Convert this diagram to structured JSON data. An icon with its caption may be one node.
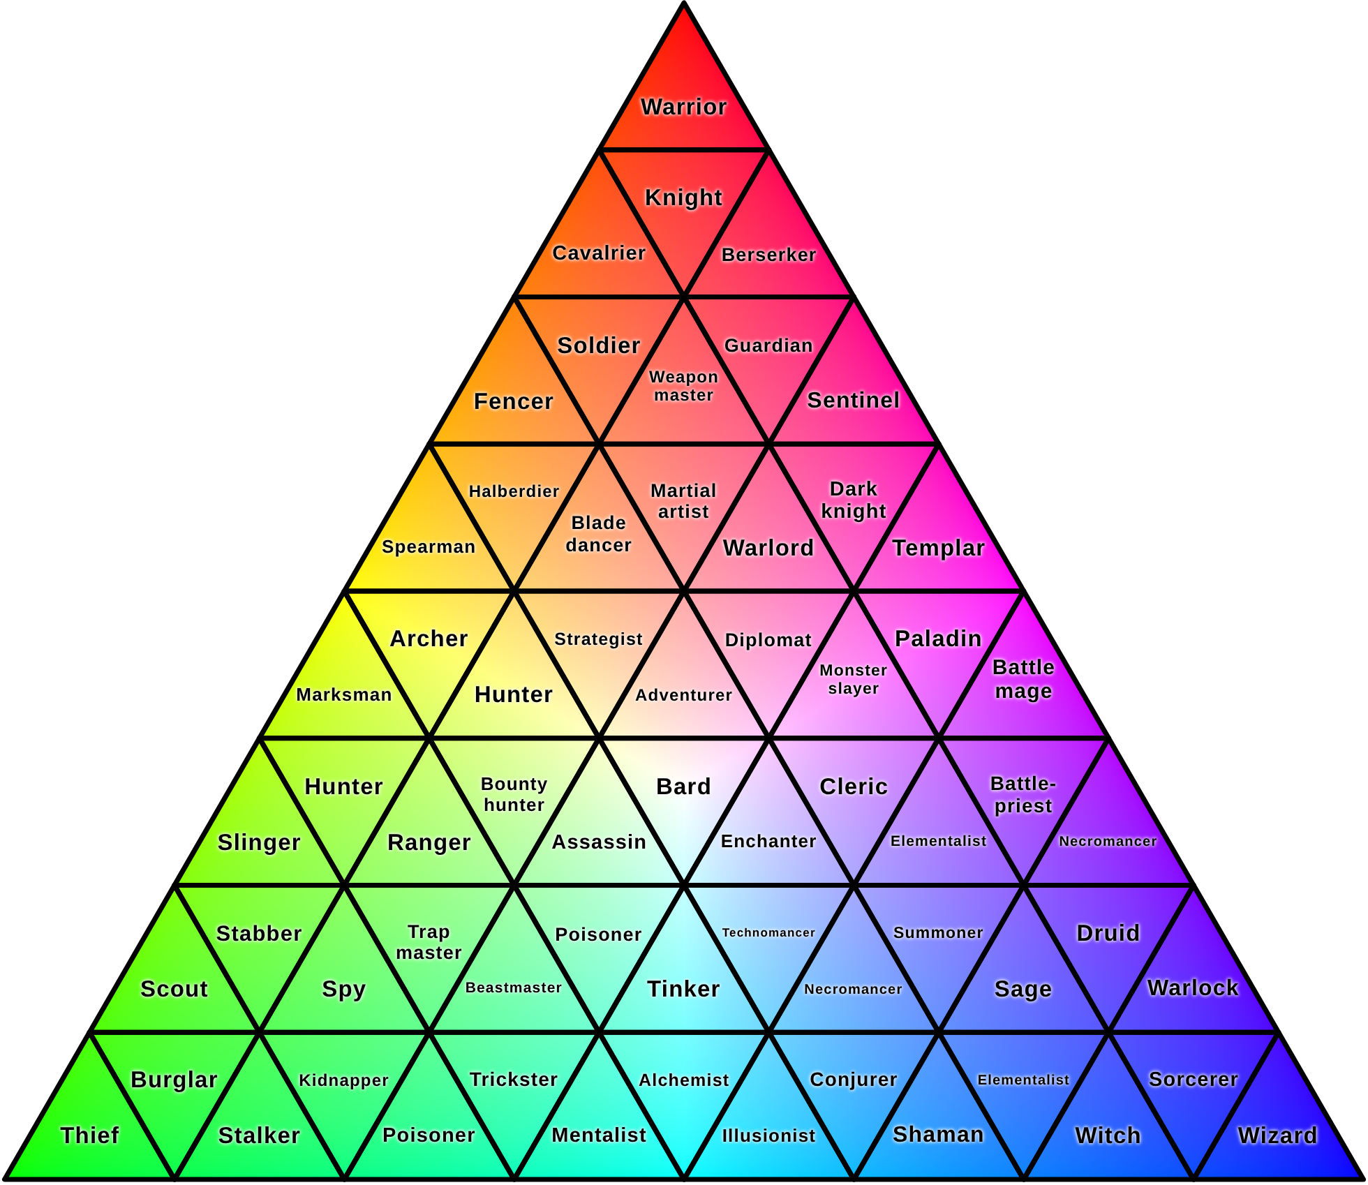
{
  "diagram": {
    "nodes": [
      {
        "text": [
          "Warrior"
        ]
      },
      {
        "text": [
          "Cavalrier"
        ]
      },
      {
        "text": [
          "Knight"
        ]
      },
      {
        "text": [
          "Berserker"
        ]
      },
      {
        "text": [
          "Fencer"
        ]
      },
      {
        "text": [
          "Soldier"
        ]
      },
      {
        "text": [
          "Weapon master"
        ]
      },
      {
        "text": [
          "Guardian"
        ]
      },
      {
        "text": [
          "Sentinel"
        ]
      },
      {
        "text": [
          "Spearman"
        ]
      },
      {
        "text": [
          "Halberdier"
        ]
      },
      {
        "text": [
          "Blade dancer"
        ]
      },
      {
        "text": [
          "Martial artist"
        ]
      },
      {
        "text": [
          "Warlord"
        ]
      },
      {
        "text": [
          "Dark knight"
        ]
      },
      {
        "text": [
          "Templar"
        ]
      },
      {
        "text": [
          "Marksman"
        ]
      },
      {
        "text": [
          "Archer"
        ]
      },
      {
        "text": [
          "Hunter"
        ]
      },
      {
        "text": [
          "Strategist"
        ]
      },
      {
        "text": [
          "Adventurer"
        ]
      },
      {
        "text": [
          "Diplomat"
        ]
      },
      {
        "text": [
          "Monster slayer"
        ]
      },
      {
        "text": [
          "Paladin"
        ]
      },
      {
        "text": [
          "Battle mage"
        ]
      },
      {
        "text": [
          "Slinger"
        ]
      },
      {
        "text": [
          "Hunter"
        ]
      },
      {
        "text": [
          "Ranger"
        ]
      },
      {
        "text": [
          "Bounty hunter"
        ]
      },
      {
        "text": [
          "Assassin"
        ]
      },
      {
        "text": [
          "Bard"
        ]
      },
      {
        "text": [
          "Enchanter"
        ]
      },
      {
        "text": [
          "Cleric"
        ]
      },
      {
        "text": [
          "Elementalist"
        ]
      },
      {
        "text": [
          "Battle-priest"
        ]
      },
      {
        "text": [
          "Necromancer"
        ]
      },
      {
        "text": [
          "Scout"
        ]
      },
      {
        "text": [
          "Stabber"
        ]
      },
      {
        "text": [
          "Spy"
        ]
      },
      {
        "text": [
          "Trap master"
        ]
      },
      {
        "text": [
          "Beastmaster"
        ]
      },
      {
        "text": [
          "Poisoner"
        ]
      },
      {
        "text": [
          "Tinker"
        ]
      },
      {
        "text": [
          "Technomancer"
        ]
      },
      {
        "text": [
          "Necromancer"
        ]
      },
      {
        "text": [
          "Summoner"
        ]
      },
      {
        "text": [
          "Sage"
        ]
      },
      {
        "text": [
          "Druid"
        ]
      },
      {
        "text": [
          "Warlock"
        ]
      },
      {
        "text": [
          "Thief"
        ]
      },
      {
        "text": [
          "Burglar"
        ]
      },
      {
        "text": [
          "Stalker"
        ]
      },
      {
        "text": [
          "Kidnapper"
        ]
      },
      {
        "text": [
          "Poisoner"
        ]
      },
      {
        "text": [
          "Trickster"
        ]
      },
      {
        "text": [
          "Mentalist"
        ]
      },
      {
        "text": [
          "Alchemist"
        ]
      },
      {
        "text": [
          "Illusionist"
        ]
      },
      {
        "text": [
          "Conjurer"
        ]
      },
      {
        "text": [
          "Shaman"
        ]
      },
      {
        "text": [
          "Elementalist"
        ]
      },
      {
        "text": [
          "Witch"
        ]
      },
      {
        "text": [
          "Sorcerer"
        ]
      },
      {
        "text": [
          "Wizard"
        ]
      }
    ]
  }
}
